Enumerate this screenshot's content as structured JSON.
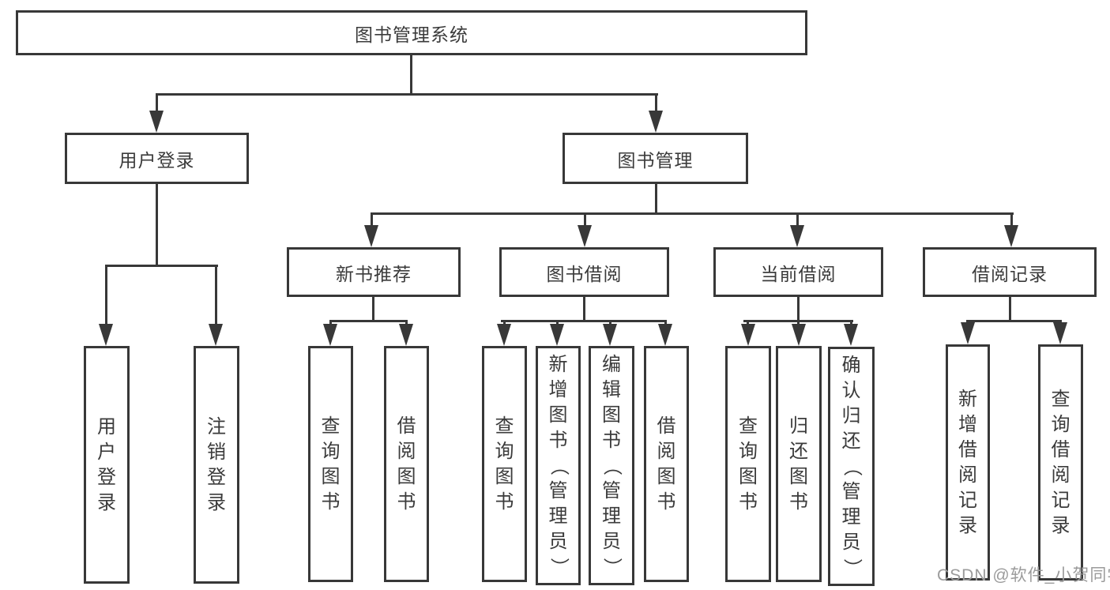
{
  "diagram": {
    "type": "tree",
    "root": {
      "label": "图书管理系统",
      "children": [
        {
          "label": "用户登录",
          "children": [
            {
              "label": "用户登录"
            },
            {
              "label": "注销登录"
            }
          ]
        },
        {
          "label": "图书管理",
          "children": [
            {
              "label": "新书推荐",
              "children": [
                {
                  "label": "查询图书"
                },
                {
                  "label": "借阅图书"
                }
              ]
            },
            {
              "label": "图书借阅",
              "children": [
                {
                  "label": "查询图书"
                },
                {
                  "label": "新增图书（管理员）"
                },
                {
                  "label": "编辑图书（管理员）"
                },
                {
                  "label": "借阅图书"
                }
              ]
            },
            {
              "label": "当前借阅",
              "children": [
                {
                  "label": "查询图书"
                },
                {
                  "label": "归还图书"
                },
                {
                  "label": "确认归还（管理员）"
                }
              ]
            },
            {
              "label": "借阅记录",
              "children": [
                {
                  "label": "新增借阅记录"
                },
                {
                  "label": "查询借阅记录"
                }
              ]
            }
          ]
        }
      ]
    },
    "colors": {
      "line": "#383838",
      "text": "#3b3b3b",
      "background": "#ffffff",
      "watermark_text": "#9b9b9b"
    }
  },
  "watermark": {
    "text": "CSDN @软件_小贺同学"
  }
}
